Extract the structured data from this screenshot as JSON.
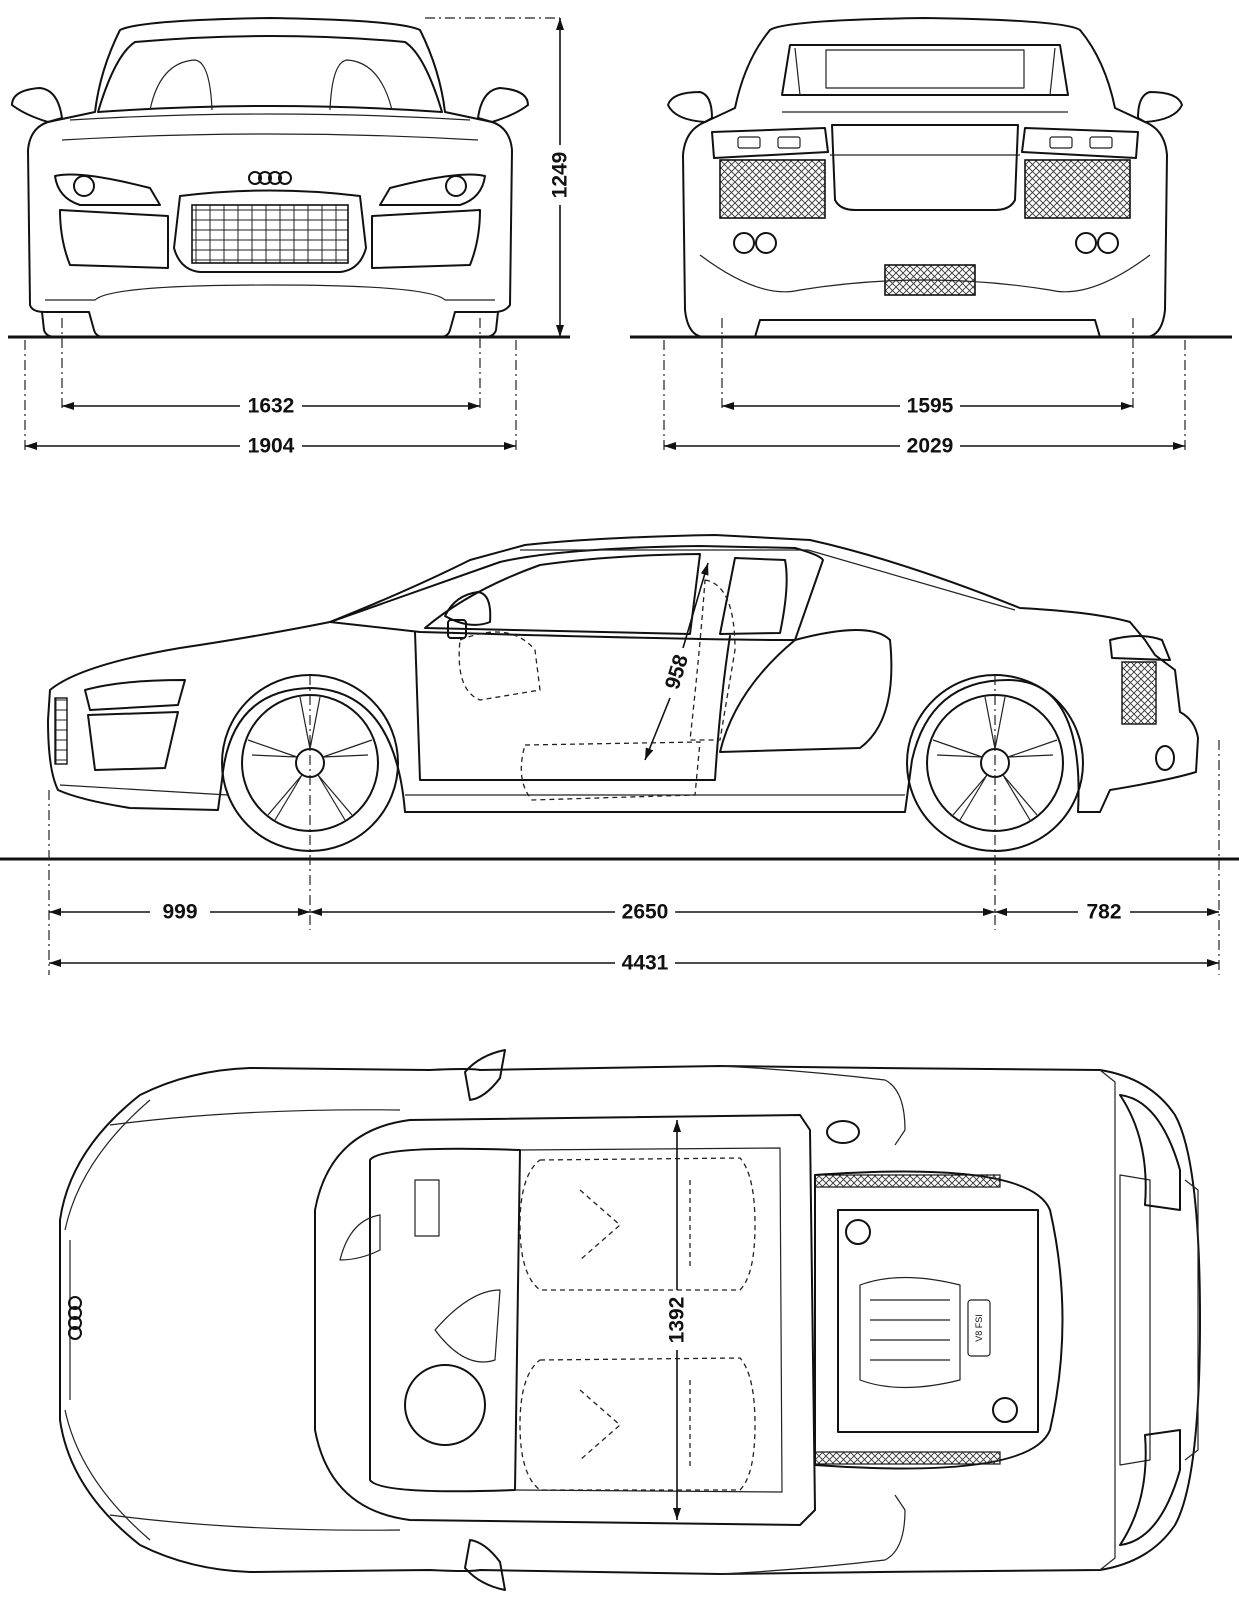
{
  "dimensions": {
    "front_track": "1632",
    "front_width": "1904",
    "height": "1249",
    "rear_track": "1595",
    "rear_width": "2029",
    "front_overhang": "999",
    "wheelbase": "2650",
    "rear_overhang": "782",
    "length": "4431",
    "door_opening": "958",
    "interior_width": "1392"
  },
  "badges": {
    "engine_cover": "V8 FSI"
  }
}
